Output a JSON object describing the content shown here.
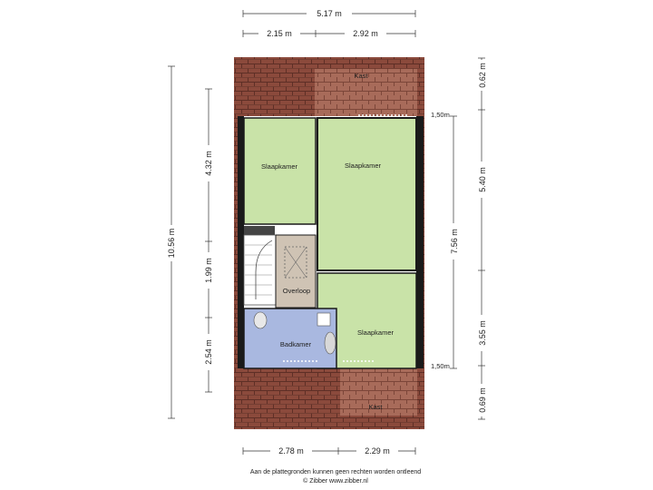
{
  "dimensions": {
    "top_total": "5.17 m",
    "top_left": "2.15 m",
    "top_right": "2.92 m",
    "bottom_left": "2.78 m",
    "bottom_right": "2.29 m",
    "left_total": "10.56 m",
    "left_top": "4.32 m",
    "left_mid": "1.99 m",
    "left_bottom": "2.54 m",
    "right_top": "0.62 m",
    "right_upper": "5.40 m",
    "right_lower": "3.55 m",
    "right_bottom": "0.69 m",
    "right_mid_total": "7.56 m",
    "height_top": "1,50m",
    "height_bottom": "1,50m"
  },
  "rooms": {
    "kast_top": "Kast",
    "kast_bottom": "Kast",
    "slaapkamer_left": "Slaapkamer",
    "slaapkamer_right": "Slaapkamer",
    "slaapkamer_bottom": "Slaapkamer",
    "overloop": "Overloop",
    "badkamer": "Badkamer"
  },
  "footer": {
    "disclaimer": "Aan de plattegronden kunnen geen rechten worden ontleend",
    "credit": "© Zibber www.zibber.nl"
  },
  "colors": {
    "roof": "#8b4a3c",
    "wall": "#1a1a1a",
    "bedroom": "#c9e3a8",
    "bathroom": "#a9b8e0",
    "landing": "#cfc3b4"
  }
}
